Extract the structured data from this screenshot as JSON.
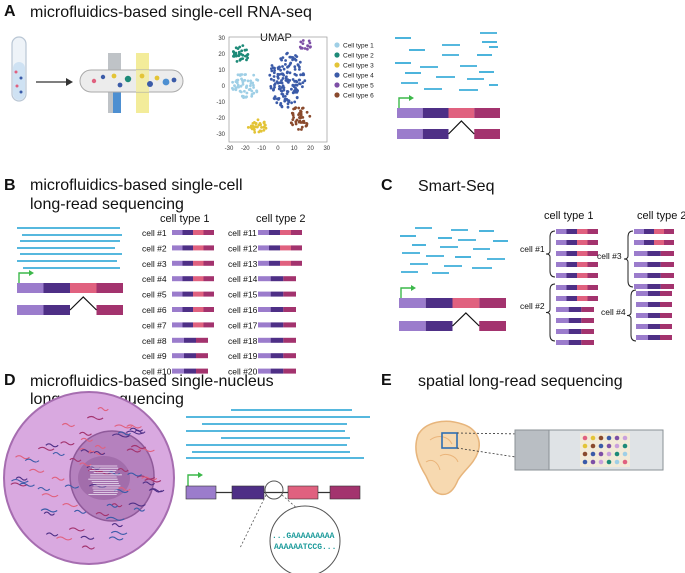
{
  "panels": {
    "A": {
      "label": "A",
      "title": "microfluidics-based single-cell RNA-seq",
      "umap_title": "UMAP",
      "legend": [
        "Cell type 1",
        "Cell type 2",
        "Cell type 3",
        "Cell type 4",
        "Cell type 5",
        "Cell type 6"
      ],
      "legend_colors": [
        "#9fcfe6",
        "#1d8a78",
        "#e3c437",
        "#3b5ba8",
        "#7d4fa6",
        "#8a4a2d"
      ],
      "x_ticks": [
        "-30",
        "-20",
        "-10",
        "0",
        "10",
        "20",
        "30"
      ],
      "y_ticks": [
        "30",
        "20",
        "10",
        "0",
        "-10",
        "-20",
        "-30"
      ]
    },
    "B": {
      "label": "B",
      "title_line1": "microfluidics-based single-cell",
      "title_line2": "long-read sequencing",
      "col1": "cell type 1",
      "col2": "cell type 2",
      "cells_left": [
        "cell #1",
        "cell #2",
        "cell #3",
        "cell #4",
        "cell #5",
        "cell #6",
        "cell #7",
        "cell #8",
        "cell #9",
        "cell #10"
      ],
      "cells_right": [
        "cell #11",
        "cell #12",
        "cell #13",
        "cell #14",
        "cell #15",
        "cell #16",
        "cell #17",
        "cell #18",
        "cell #19",
        "cell #20"
      ]
    },
    "C": {
      "label": "C",
      "title": "Smart-Seq",
      "col1": "cell type 1",
      "col2": "cell type 2",
      "groups": [
        "cell #1",
        "cell #2",
        "cell #3",
        "cell #4"
      ]
    },
    "D": {
      "label": "D",
      "title_line1": "microfluidics-based single-nucleus",
      "title_line2": "long-read sequencing",
      "seq_line1": "...GAAAAAAAAA",
      "seq_line2": "AAAAAATCCG..."
    },
    "E": {
      "label": "E",
      "title": "spatial long-read sequencing"
    }
  },
  "colors": {
    "read": "#1fa1d4",
    "exon1": "#9b7ccc",
    "exon2": "#4e2f86",
    "exon3": "#e0617f",
    "exon4": "#a3336e",
    "arrow": "#3cb84a"
  }
}
